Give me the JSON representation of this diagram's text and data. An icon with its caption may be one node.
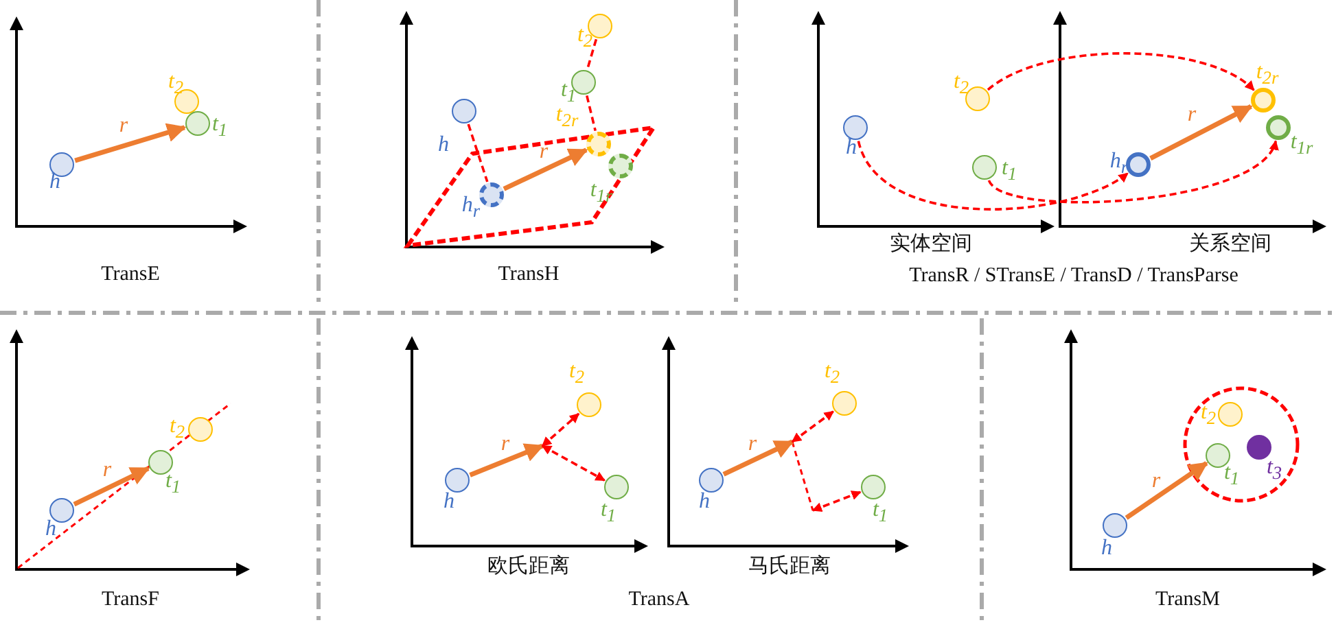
{
  "diagram": {
    "nodes": [
      {
        "text": [],
        "shape": "circle",
        "beside": [
          "h"
        ]
      },
      {
        "text": [],
        "shape": "circle",
        "beside": [
          "t$_{2}$"
        ]
      },
      {
        "text": [],
        "shape": "circle",
        "beside": [
          "t$_{1}$"
        ]
      },
      {
        "text": [],
        "shape": "circle",
        "beside": [
          "t$_{2}$"
        ]
      },
      {
        "text": [],
        "shape": "circle",
        "beside": [
          "t$_{1}$"
        ]
      },
      {
        "text": [],
        "shape": "circle",
        "beside": [
          "h"
        ]
      },
      {
        "text": [],
        "shape": "circle",
        "beside": [
          "t$_{2r}$"
        ]
      },
      {
        "text": [],
        "shape": "circle",
        "beside": [
          "h$_{r}$"
        ]
      },
      {
        "text": [],
        "shape": "circle",
        "beside": [
          "t$_{1r}$"
        ]
      },
      {
        "text": [],
        "shape": "circle",
        "beside": [
          "t$_{2}$"
        ]
      },
      {
        "text": [],
        "shape": "circle",
        "beside": [
          "h"
        ]
      },
      {
        "text": [],
        "shape": "circle",
        "beside": [
          "t$_{1}$"
        ]
      },
      {
        "text": [],
        "shape": "circle",
        "beside": [
          "t$_{2r}$"
        ]
      },
      {
        "text": [],
        "shape": "circle",
        "beside": [
          "t$_{1r}$"
        ]
      },
      {
        "text": [],
        "shape": "circle",
        "beside": [
          "h$_{r}$"
        ]
      },
      {
        "text": [],
        "shape": "circle",
        "beside": [
          "t$_{2}$"
        ]
      },
      {
        "text": [],
        "shape": "circle",
        "beside": [
          "t$_{1}$"
        ]
      },
      {
        "text": [],
        "shape": "circle",
        "beside": [
          "h"
        ]
      },
      {
        "text": [],
        "shape": "circle",
        "beside": [
          "t$_{2}$"
        ]
      },
      {
        "text": [],
        "shape": "circle",
        "beside": [
          "h"
        ]
      },
      {
        "text": [],
        "shape": "circle",
        "beside": [
          "t$_{1}$"
        ]
      },
      {
        "text": [],
        "shape": "circle",
        "beside": [
          "t$_{2}$"
        ]
      },
      {
        "text": [],
        "shape": "circle",
        "beside": [
          "h"
        ]
      },
      {
        "text": [],
        "shape": "circle",
        "beside": [
          "t$_{1}$"
        ]
      },
      {
        "text": [],
        "shape": "circle",
        "beside": [
          "t$_{2}$"
        ]
      },
      {
        "text": [],
        "shape": "circle",
        "beside": [
          "t$_{3}$"
        ]
      },
      {
        "text": [],
        "shape": "circle",
        "beside": [
          "t$_{1}$"
        ]
      },
      {
        "text": [],
        "shape": "circle",
        "beside": [
          "h"
        ]
      }
    ],
    "edges": [
      {
        "from": 0,
        "to": 2,
        "arrow": "to",
        "label": "r",
        "style": "thick",
        "color": "#ed7d31"
      },
      {
        "from": 5,
        "to": 7,
        "arrow": "none",
        "style": "dashed",
        "color": "#ff0000"
      },
      {
        "from": 3,
        "to": 4,
        "arrow": "none",
        "style": "dashed",
        "color": "#ff0000"
      },
      {
        "from": 4,
        "to": 6,
        "arrow": "none",
        "style": "dashed",
        "color": "#ff0000"
      },
      {
        "from": 7,
        "to": 6,
        "arrow": "to",
        "label": "r",
        "style": "thick",
        "color": "#ed7d31"
      },
      {
        "from": 9,
        "to": 12,
        "arrow": "to",
        "style": "dashed",
        "color": "#ff0000"
      },
      {
        "from": 10,
        "to": 14,
        "arrow": "to",
        "style": "dashed",
        "color": "#ff0000"
      },
      {
        "from": 11,
        "to": 13,
        "arrow": "to",
        "style": "dashed",
        "color": "#ff0000"
      },
      {
        "from": 14,
        "to": 12,
        "arrow": "to",
        "label": "r",
        "style": "thick",
        "color": "#ed7d31"
      },
      {
        "from": 17,
        "to": 16,
        "arrow": "to",
        "label": "r",
        "style": "thick",
        "color": "#ed7d31"
      },
      {
        "from": 19,
        "to": null,
        "arrow": "to",
        "label": "r",
        "style": "thick",
        "color": "#ed7d31"
      },
      {
        "from": null,
        "to": 18,
        "arrow": "both",
        "style": "dashed",
        "color": "#ff0000"
      },
      {
        "from": null,
        "to": 20,
        "arrow": "both",
        "style": "dashed",
        "color": "#ff0000"
      },
      {
        "from": 22,
        "to": null,
        "arrow": "to",
        "label": "r",
        "style": "thick",
        "color": "#ed7d31"
      },
      {
        "from": null,
        "to": 21,
        "arrow": "both",
        "style": "dashed",
        "color": "#ff0000"
      },
      {
        "from": null,
        "to": 23,
        "arrow": "both",
        "style": "dashed",
        "color": "#ff0000"
      },
      {
        "from": 27,
        "to": 26,
        "arrow": "to",
        "label": "r",
        "style": "thick",
        "color": "#ed7d31"
      }
    ],
    "labels": [
      "TransE",
      "TransH",
      "实体空间",
      "关系空间",
      "TransR / STransE / TransD / TransParse",
      "TransF",
      "欧氏距离",
      "马氏距离",
      "TransA",
      "TransM"
    ]
  }
}
